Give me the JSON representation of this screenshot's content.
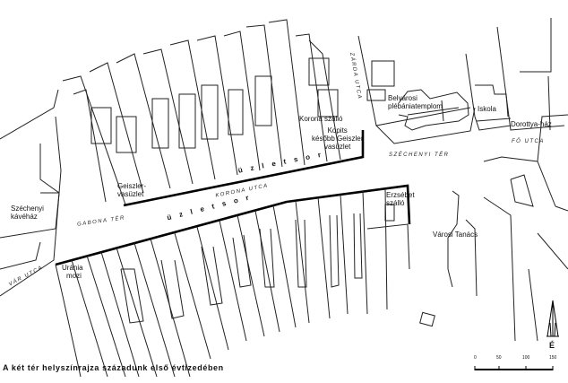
{
  "caption": "A két tér helyszínrajza századunk első évtizedében",
  "labels": {
    "szechenyi_kavehaz": [
      "Széchenyi",
      "kávéház"
    ],
    "geiszler": [
      "Geiszler-",
      "vasüzlet"
    ],
    "urania": [
      "Uránia",
      "mozi"
    ],
    "korona_szallo": "Korona szálló",
    "kopits": [
      "Kopits",
      "később Geiszler",
      "vasüzlet"
    ],
    "templom": [
      "Belvárosi",
      "plébániatemplom"
    ],
    "iskola": "Iskola",
    "dorottya": "Dorottya-ház",
    "erzsebet": [
      "Erzsébet",
      "szálló"
    ],
    "varosi_tanacs": "Városi Tanács"
  },
  "streets": {
    "korona_utca": "KORONA UTCA",
    "gabona_ter": "GABONA TÉR",
    "var_utca": "VÁR UTCA",
    "zarda_utca": "ZÁRDA UTCA",
    "szechenyi_ter": "SZÉCHENYI TÉR",
    "fo_utca": "FŐ UTCA",
    "uzletsor_north": "üzletsor",
    "uzletsor_south": "üzletsor"
  },
  "north_arrow": "É",
  "scale_ticks": [
    "0",
    "50",
    "100",
    "150"
  ]
}
